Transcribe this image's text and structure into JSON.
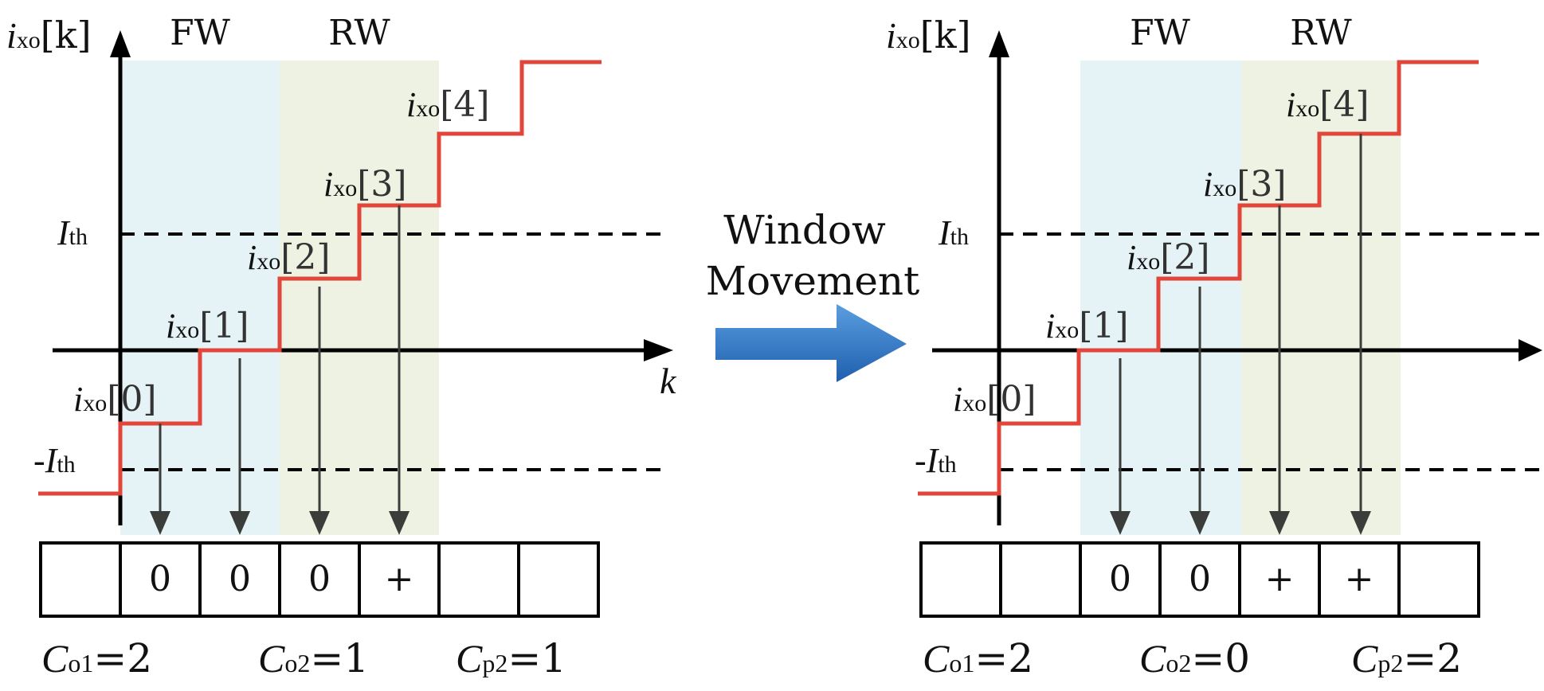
{
  "arrow": {
    "label_line1": "Window",
    "label_line2": "Movement"
  },
  "panels": [
    {
      "id": "before",
      "forward_window_label": "FW",
      "reverse_window_label": "RW",
      "y_axis_label": {
        "var": "i",
        "sub": "xo",
        "arg": "[k]"
      },
      "x_axis_label": "k",
      "threshold_pos": {
        "main": "I",
        "sub": "th"
      },
      "threshold_neg": {
        "main": "-I",
        "sub": "th"
      },
      "samples": [
        {
          "var": "i",
          "sub": "xo",
          "idx": "[0]"
        },
        {
          "var": "i",
          "sub": "xo",
          "idx": "[1]"
        },
        {
          "var": "i",
          "sub": "xo",
          "idx": "[2]"
        },
        {
          "var": "i",
          "sub": "xo",
          "idx": "[3]"
        },
        {
          "var": "i",
          "sub": "xo",
          "idx": "[4]"
        }
      ],
      "cells": [
        "",
        "0",
        "0",
        "0",
        "+",
        "",
        ""
      ],
      "counters": [
        {
          "main": "C",
          "sub": "o1",
          "val": "=2"
        },
        {
          "main": "C",
          "sub": "o2",
          "val": "=1"
        },
        {
          "main": "C",
          "sub": "p2",
          "val": "=1"
        }
      ]
    },
    {
      "id": "after",
      "forward_window_label": "FW",
      "reverse_window_label": "RW",
      "y_axis_label": {
        "var": "i",
        "sub": "xo",
        "arg": "[k]"
      },
      "x_axis_label": "",
      "threshold_pos": {
        "main": "I",
        "sub": "th"
      },
      "threshold_neg": {
        "main": "-I",
        "sub": "th"
      },
      "samples": [
        {
          "var": "i",
          "sub": "xo",
          "idx": "[0]"
        },
        {
          "var": "i",
          "sub": "xo",
          "idx": "[1]"
        },
        {
          "var": "i",
          "sub": "xo",
          "idx": "[2]"
        },
        {
          "var": "i",
          "sub": "xo",
          "idx": "[3]"
        },
        {
          "var": "i",
          "sub": "xo",
          "idx": "[4]"
        }
      ],
      "cells": [
        "",
        "",
        "0",
        "0",
        "+",
        "+",
        ""
      ],
      "counters": [
        {
          "main": "C",
          "sub": "o1",
          "val": "=2"
        },
        {
          "main": "C",
          "sub": "o2",
          "val": "=0"
        },
        {
          "main": "C",
          "sub": "p2",
          "val": "=2"
        }
      ]
    }
  ],
  "colors": {
    "signal": "#e2463a",
    "forward_window": "#e6f3f6",
    "reverse_window": "#eef2e2",
    "axis": "#000000",
    "arrow_down": "#3a3d3a",
    "move_arrow_dark": "#1f5fae",
    "move_arrow_light": "#5a9ee0"
  }
}
